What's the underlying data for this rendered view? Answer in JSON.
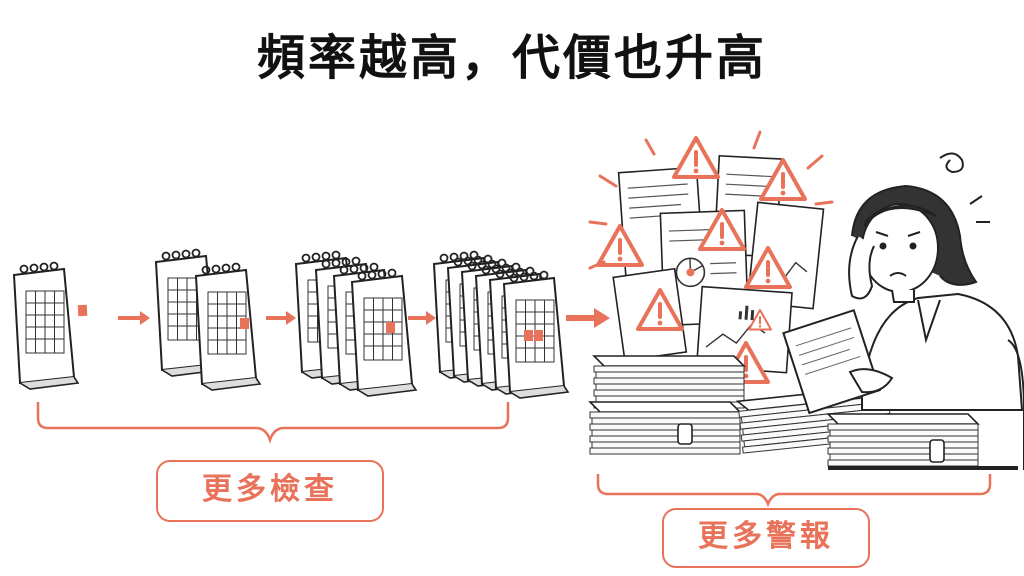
{
  "title": "頻率越高，代價也升高",
  "left_label": "更多檢查",
  "right_label": "更多警報",
  "colors": {
    "accent": "#e8735a",
    "ink": "#222222",
    "paper": "#ffffff"
  },
  "icons": [
    "calendar-icon",
    "arrow-right-icon",
    "warning-icon",
    "document-icon",
    "binder-icon",
    "stressed-person-illustration"
  ]
}
